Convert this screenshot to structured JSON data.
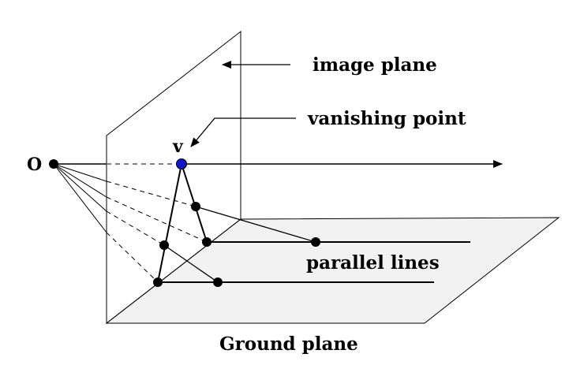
{
  "labels": {
    "origin": "O",
    "vanishing_point_marker": "v",
    "image_plane": "image plane",
    "vanishing_point": "vanishing point",
    "parallel_lines": "parallel lines",
    "ground_plane": "Ground plane"
  },
  "colors": {
    "line": "#000000",
    "ground_fill": "#f2f2f2",
    "vanishing_point_fill": "#1414c8"
  }
}
